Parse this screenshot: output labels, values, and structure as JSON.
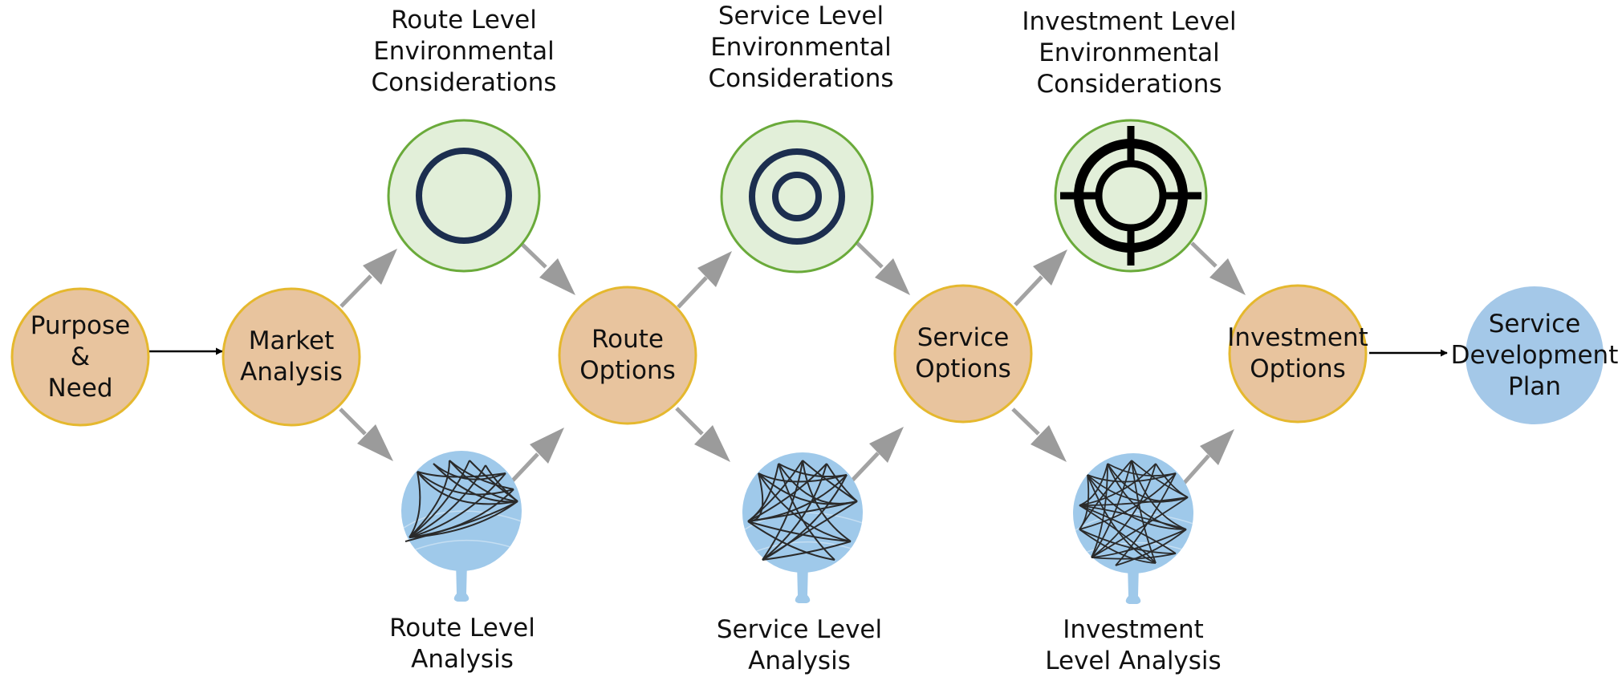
{
  "colors": {
    "process_fill": "#e8c49e",
    "process_stroke": "#e5b82e",
    "env_fill": "#e2efd9",
    "env_stroke": "#6aaa3a",
    "analysis_fill": "#9fc9ea",
    "plan_fill": "#a4c8e8",
    "target_navy": "#1c2e4f",
    "arrow_gray": "#9b9b9b",
    "network_line": "#2a2a2a"
  },
  "nodes": {
    "purpose": {
      "lines": [
        "Purpose",
        "&",
        "Need"
      ]
    },
    "market": {
      "lines": [
        "Market",
        "Analysis"
      ]
    },
    "route_options": {
      "lines": [
        "Route",
        "Options"
      ]
    },
    "service_options": {
      "lines": [
        "Service",
        "Options"
      ]
    },
    "investment_options": {
      "lines": [
        "Investment",
        "Options"
      ]
    },
    "plan": {
      "lines": [
        "Service",
        "Development",
        "Plan"
      ]
    }
  },
  "env": {
    "route": {
      "lines": [
        "Route Level",
        "Environmental",
        "Considerations"
      ],
      "icon": "single-ring-target-icon"
    },
    "service": {
      "lines": [
        "Service Level",
        "Environmental",
        "Considerations"
      ],
      "icon": "double-ring-target-icon"
    },
    "investment": {
      "lines": [
        "Investment Level",
        "Environmental",
        "Considerations"
      ],
      "icon": "crosshair-target-icon"
    }
  },
  "analysis": {
    "route": {
      "lines": [
        "Route Level",
        "Analysis"
      ],
      "icon": "network-globe-icon"
    },
    "service": {
      "lines": [
        "Service Level",
        "Analysis"
      ],
      "icon": "network-globe-icon"
    },
    "investment": {
      "lines": [
        "Investment",
        "Level Analysis"
      ],
      "icon": "network-globe-icon"
    }
  }
}
